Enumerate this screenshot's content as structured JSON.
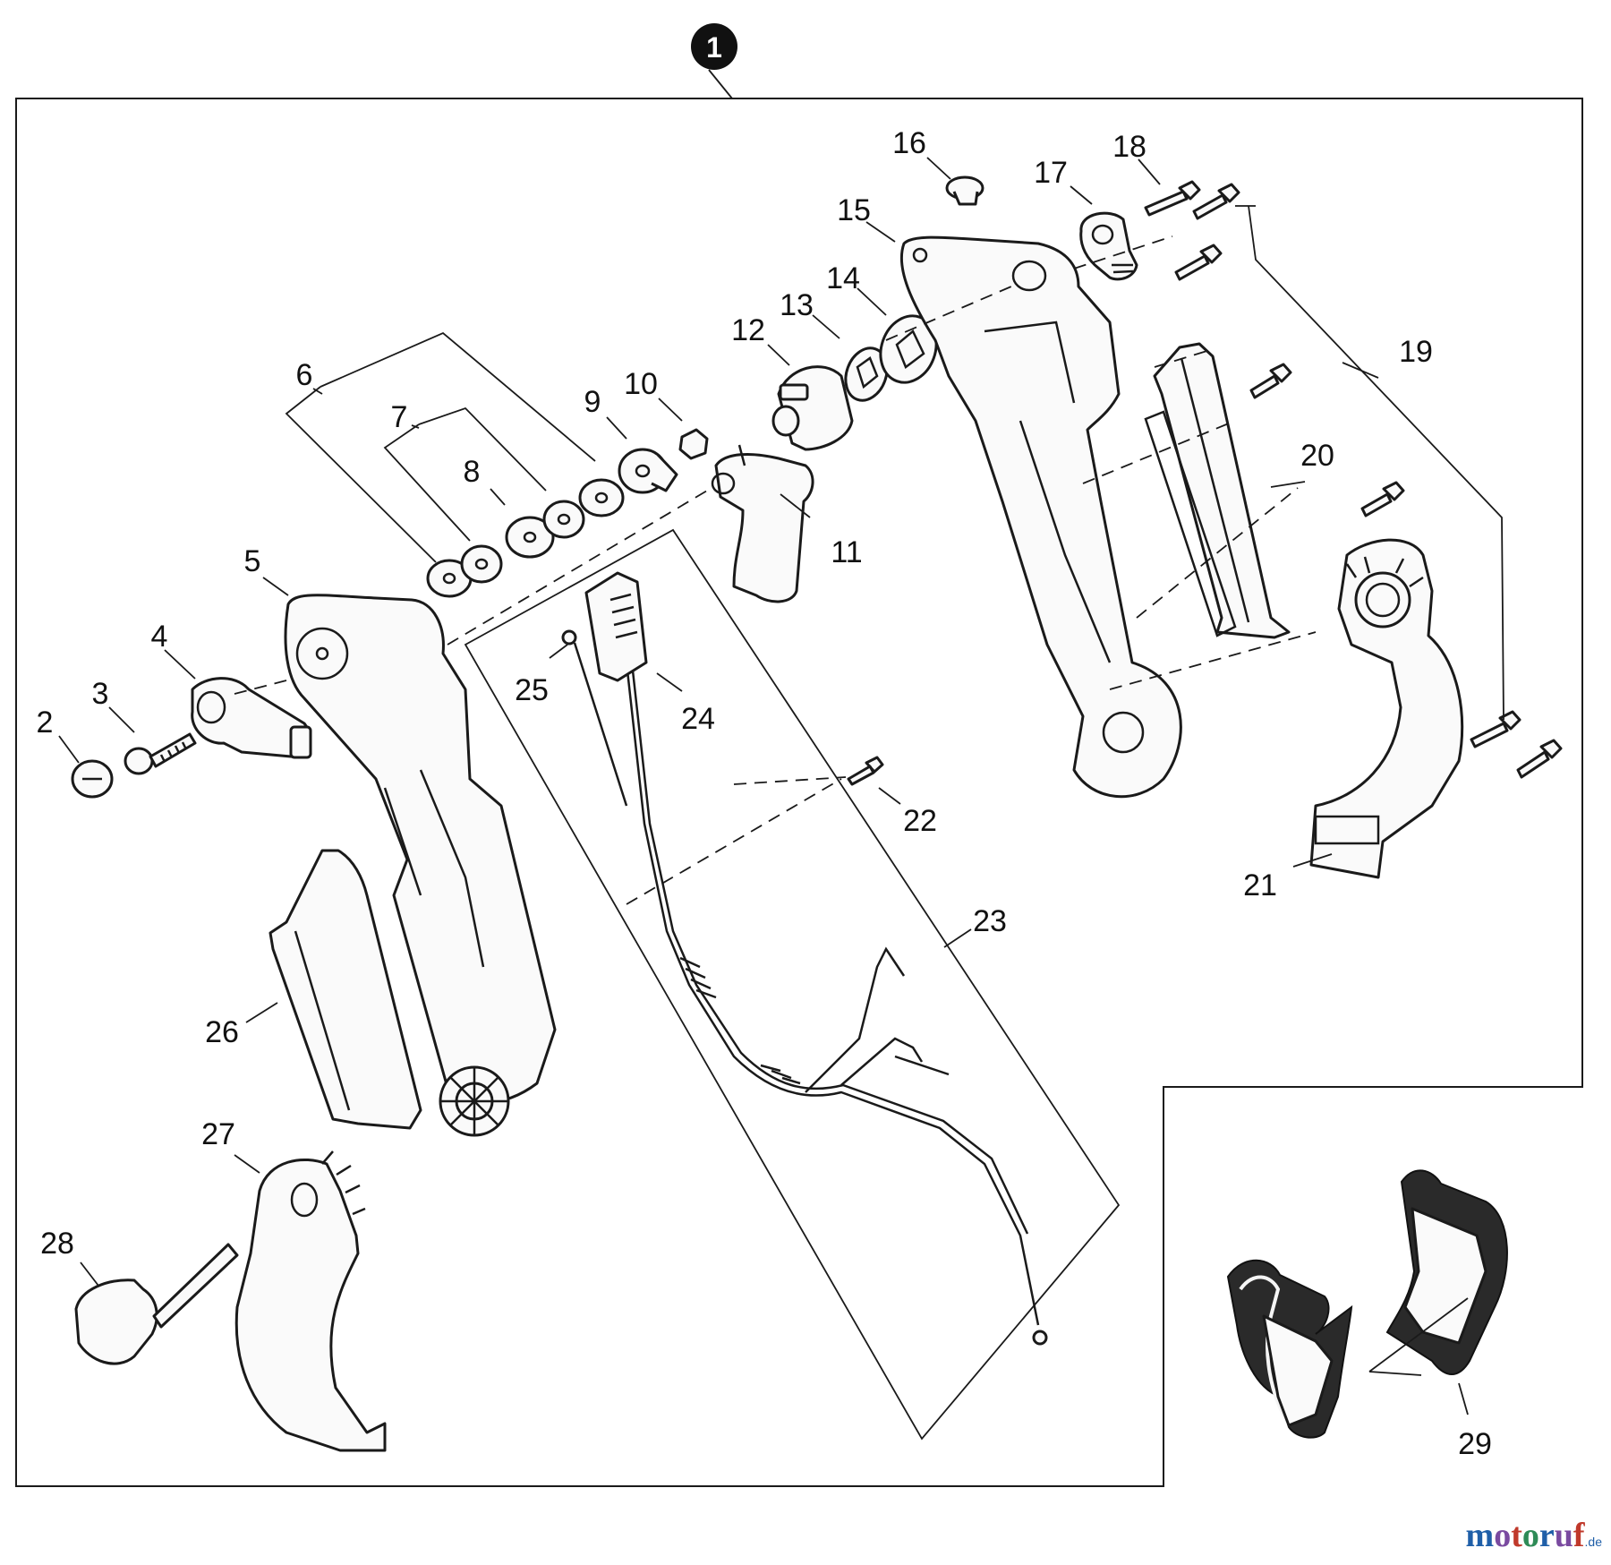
{
  "assembly_number": "1",
  "callouts": [
    "2",
    "3",
    "4",
    "5",
    "6",
    "7",
    "8",
    "9",
    "10",
    "11",
    "12",
    "13",
    "14",
    "15",
    "16",
    "17",
    "18",
    "19",
    "20",
    "21",
    "22",
    "23",
    "24",
    "25",
    "26",
    "27",
    "28",
    "29"
  ],
  "watermark": {
    "letters": [
      "m",
      "o",
      "t",
      "o",
      "r",
      "u",
      "f"
    ],
    "tld": ".de"
  }
}
